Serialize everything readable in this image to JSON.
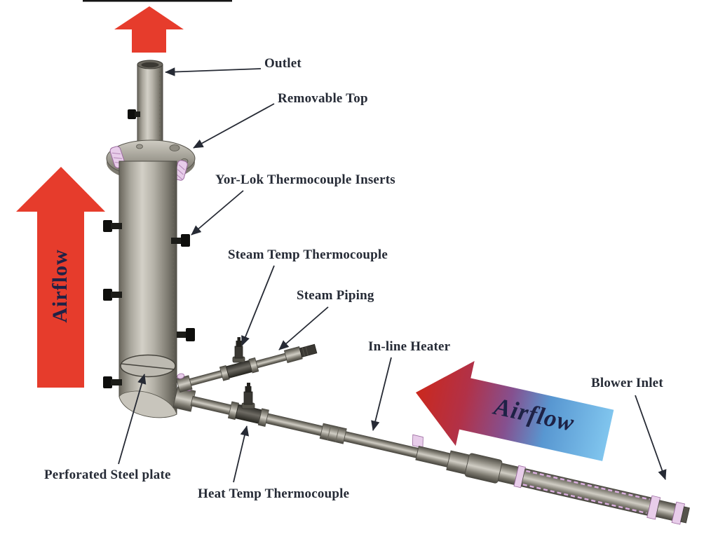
{
  "diagram": {
    "labels": {
      "outlet": "Outlet",
      "removable_top": "Removable Top",
      "yor_lok_inserts": "Yor-Lok Thermocouple Inserts",
      "steam_temp_thermocouple": "Steam Temp Thermocouple",
      "steam_piping": "Steam Piping",
      "inline_heater": "In-line Heater",
      "blower_inlet": "Blower Inlet",
      "perforated_steel_plate": "Perforated Steel plate",
      "heat_temp_thermocouple": "Heat Temp Thermocouple"
    },
    "flow": {
      "vertical_label": "Airflow",
      "horizontal_label": "Airflow"
    },
    "colors": {
      "arrow_red": "#e63c2c",
      "gradient_hot": "#cb281d",
      "gradient_cold": "#80c5ee",
      "airflow_text": "#1e2246",
      "label_text": "#262b36",
      "leader_line": "#262a34",
      "metal_light": "#d3d0c7",
      "metal_dark": "#55534b",
      "fitting_pink": "#e8cdea",
      "background": "#ffffff"
    }
  }
}
